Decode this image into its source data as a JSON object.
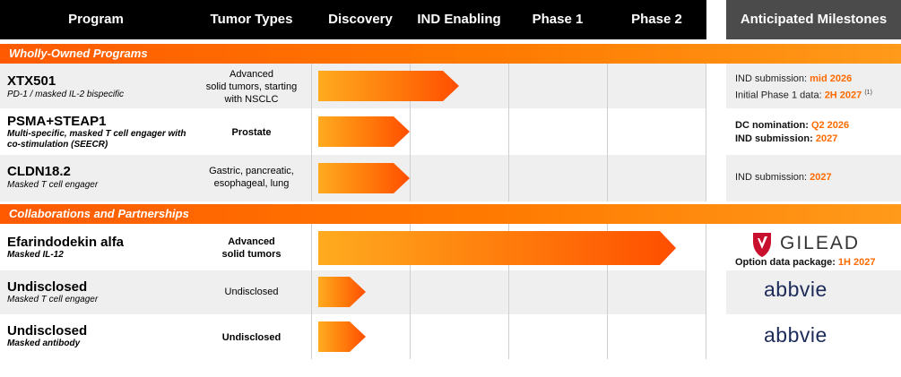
{
  "header": {
    "columns": [
      "Program",
      "Tumor Types",
      "Discovery",
      "IND Enabling",
      "Phase 1",
      "Phase 2"
    ],
    "milestones": "Anticipated Milestones"
  },
  "sections": {
    "wholly_owned": "Wholly-Owned Programs",
    "collaborations": "Collaborations and Partnerships"
  },
  "programs": [
    {
      "name": "XTX501",
      "subtitle": "PD-1 / masked IL-2 bispecific",
      "tumor": "Advanced\nsolid tumors, starting\nwith NSCLC",
      "progress_phase": 1.5,
      "milestones": [
        {
          "label": "IND submission: ",
          "value": "mid 2026",
          "note": ""
        },
        {
          "label": "Initial Phase 1 data: ",
          "value": "2H 2027",
          "note": "(1)"
        }
      ]
    },
    {
      "name": "PSMA+STEAP1",
      "subtitle": "Multi-specific, masked T cell engager with\nco-stimulation (SEECR)",
      "tumor": "Prostate",
      "progress_phase": 1.0,
      "milestones": [
        {
          "label": "DC nomination: ",
          "value": "Q2 2026",
          "note": ""
        },
        {
          "label": "IND submission: ",
          "value": "2027",
          "note": ""
        }
      ]
    },
    {
      "name": "CLDN18.2",
      "subtitle": "Masked T cell engager",
      "tumor": "Gastric, pancreatic,\nesophageal, lung",
      "progress_phase": 1.0,
      "milestones": [
        {
          "label": "IND submission: ",
          "value": "2027",
          "note": ""
        }
      ]
    },
    {
      "name": "Efarindodekin alfa",
      "subtitle": "Masked IL-12",
      "tumor": "Advanced\nsolid tumors",
      "progress_phase": 3.7,
      "partner": "GILEAD",
      "milestones": [
        {
          "label": "Option data package: ",
          "value": "1H 2027",
          "note": ""
        }
      ]
    },
    {
      "name": "Undisclosed",
      "subtitle": "Masked T cell engager",
      "tumor": "Undisclosed",
      "progress_phase": 0.55,
      "partner": "abbvie",
      "milestones": []
    },
    {
      "name": "Undisclosed",
      "subtitle": "Masked antibody",
      "tumor": "Undisclosed",
      "progress_phase": 0.55,
      "partner": "abbvie",
      "milestones": []
    }
  ],
  "colors": {
    "accent": "#ff6a00",
    "header_bg": "#000000",
    "milestone_header_bg": "#4b4b4b",
    "row_shade": "#efefef"
  }
}
